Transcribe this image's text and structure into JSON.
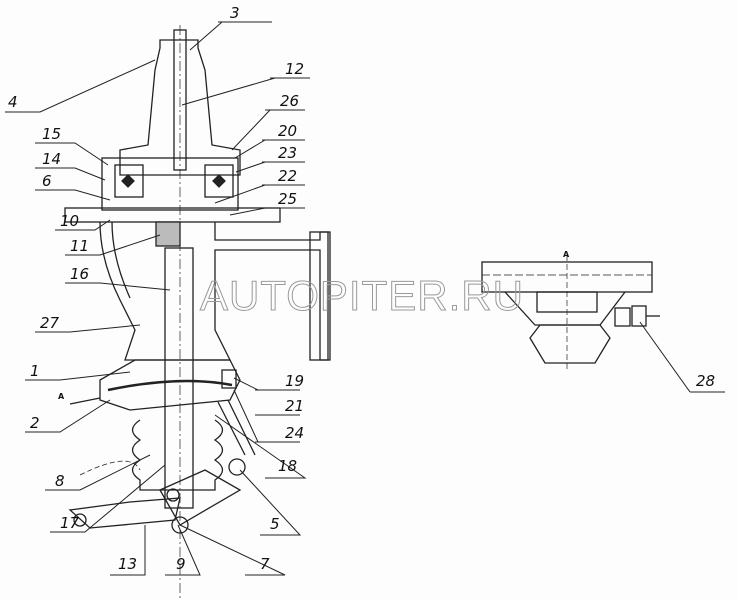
{
  "drawing": {
    "labels": [
      "3",
      "4",
      "12",
      "26",
      "15",
      "20",
      "23",
      "14",
      "22",
      "6",
      "25",
      "10",
      "11",
      "16",
      "27",
      "1",
      "19",
      "21",
      "2",
      "24",
      "8",
      "18",
      "17",
      "5",
      "13",
      "9",
      "7",
      "28"
    ],
    "view_marker": "A",
    "watermark": "AUTOPITER.RU"
  }
}
